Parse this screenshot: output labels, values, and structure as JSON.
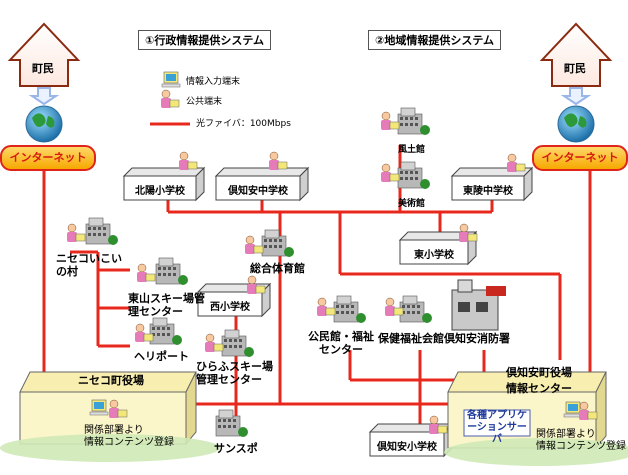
{
  "systems": {
    "admin": "①行政情報提供システム",
    "regional": "②地域情報提供システム"
  },
  "legend": {
    "input_terminal": "情報入力端末",
    "public_terminal": "公共端末",
    "fiber": "光ファイバ：100Mbps"
  },
  "citizens_left": "町民",
  "citizens_right": "町民",
  "internet_left": "インターネット",
  "internet_right": "インターネット",
  "nodes": {
    "kitajima": "北陽小学校",
    "kutchan_middle": "倶知安中学校",
    "fudokan": "風土館",
    "bijutsukan": "美術館",
    "toyo_middle": "東陵中学校",
    "higashi_elem": "東小学校",
    "niseko_koinomura": "ニセコいこいの村",
    "higashiyama": "東山スキー場管理センター",
    "heliport": "ヘリポート",
    "sogo_gym": "総合体育館",
    "nishi_elem": "西小学校",
    "hirafu": "ひらふスキー場管理センター",
    "kominkan": "公民館・福祉センター",
    "hoken_fukushi": "保健福祉会館",
    "fire_dept": "倶知安消防署",
    "niseko_office": "ニセコ町役場",
    "niseko_caption_1": "関係部署より",
    "niseko_caption_2": "情報コンテンツ登録",
    "sanspo": "サンスポ",
    "kutchan_elem": "倶知安小学校",
    "kutchan_office": "倶知安町役場",
    "info_center": "情報センター",
    "app_server": "各種アプリケーションサーバ",
    "kutchan_caption_1": "関係部署より",
    "kutchan_caption_2": "情報コンテンツ登録"
  },
  "colors": {
    "fiber": "#e8281d",
    "arrow_brown": "#8a2a10",
    "building": "#b7b7b7",
    "globe_sea": "#1b8fc7",
    "globe_land": "#2c9a3a",
    "base": "#fbf6c9",
    "ground": "#cfe9b6"
  }
}
